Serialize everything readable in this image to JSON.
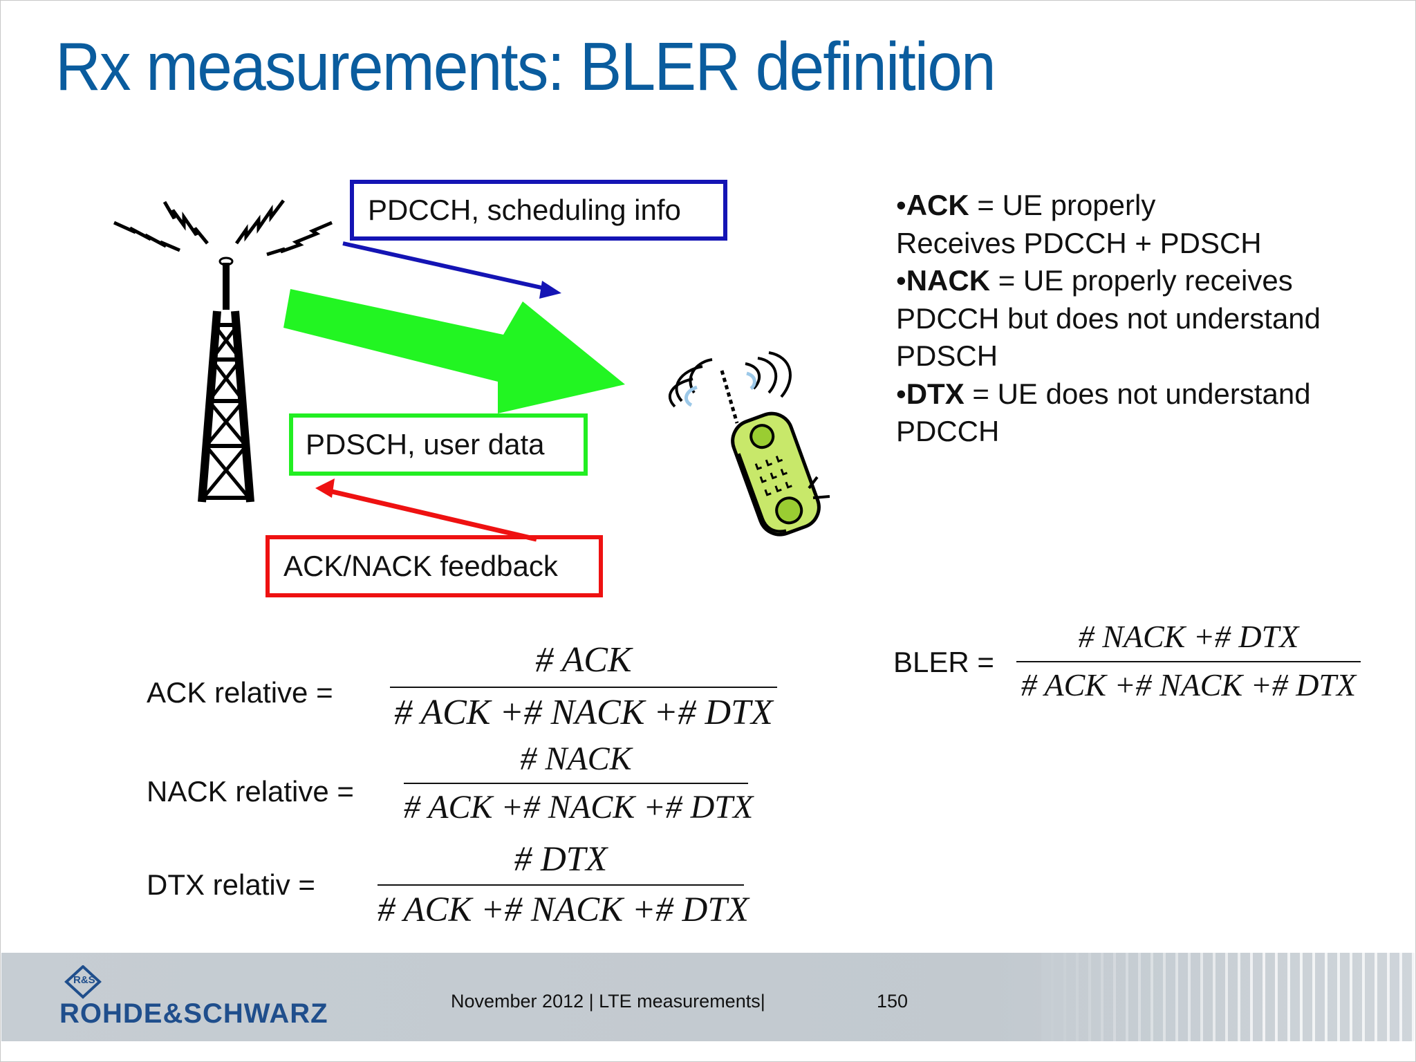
{
  "slide": {
    "title": "Rx measurements: BLER definition"
  },
  "diagram": {
    "pdcch_label": "PDCCH, scheduling info",
    "pdsch_label": "PDSCH, user data",
    "feedback_label": "ACK/NACK feedback",
    "colors": {
      "pdcch": "#1414b4",
      "pdsch": "#22ee22",
      "feedback": "#ee1111"
    }
  },
  "definitions": [
    {
      "bullet": "•",
      "term": "ACK",
      "rest": " = UE properly",
      "continuation": [
        "Receives PDCCH + PDSCH"
      ]
    },
    {
      "bullet": "•",
      "term": "NACK",
      "rest": " = UE properly receives",
      "continuation": [
        "PDCCH but does not understand",
        "PDSCH"
      ]
    },
    {
      "bullet": "•",
      "term": "DTX",
      "rest": " = UE does not understand",
      "continuation": [
        "PDCCH"
      ]
    }
  ],
  "formulas": {
    "ack": {
      "label": "ACK relative =",
      "numerator": "# ACK",
      "denominator": "# ACK +# NACK +# DTX"
    },
    "nack": {
      "label": "NACK relative =",
      "numerator": "# NACK",
      "denominator": "# ACK +# NACK +# DTX"
    },
    "dtx": {
      "label": "DTX relativ =",
      "numerator": "# DTX",
      "denominator": "# ACK +# NACK +# DTX"
    },
    "bler": {
      "label": "BLER =",
      "numerator": "# NACK +# DTX",
      "denominator": "# ACK +# NACK +# DTX"
    }
  },
  "footer": {
    "brand": "ROHDE&SCHWARZ",
    "logo_mark": "R&S",
    "date_section": "November 2012 |  LTE measurements|",
    "page": "150"
  }
}
